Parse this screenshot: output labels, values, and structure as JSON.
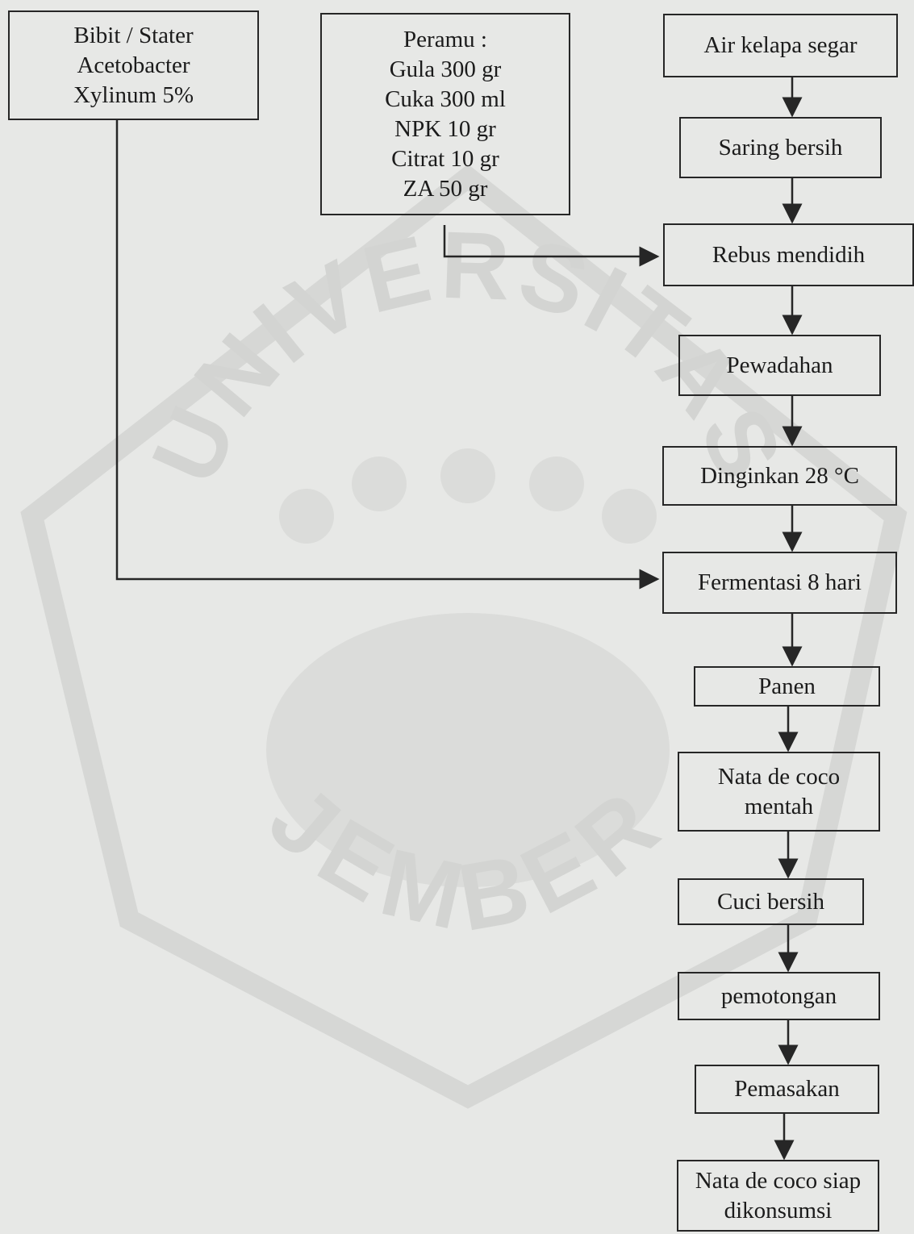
{
  "diagram": {
    "inputs": {
      "starter": {
        "lines": [
          "Bibit / Stater",
          "Acetobacter",
          "Xylinum 5%"
        ]
      },
      "ingredients": {
        "lines": [
          "Peramu :",
          "Gula 300 gr",
          "Cuka 300 ml",
          "NPK 10 gr",
          "Citrat 10 gr",
          "ZA 50 gr"
        ]
      }
    },
    "steps": [
      {
        "id": "air-kelapa-segar",
        "lines": [
          "Air kelapa segar"
        ]
      },
      {
        "id": "saring-bersih",
        "lines": [
          "Saring bersih"
        ]
      },
      {
        "id": "rebus-mendidih",
        "lines": [
          "Rebus mendidih"
        ]
      },
      {
        "id": "pewadahan",
        "lines": [
          "Pewadahan"
        ]
      },
      {
        "id": "dinginkan",
        "lines": [
          "Dinginkan 28 °C"
        ]
      },
      {
        "id": "fermentasi",
        "lines": [
          "Fermentasi 8 hari"
        ]
      },
      {
        "id": "panen",
        "lines": [
          "Panen"
        ]
      },
      {
        "id": "nata-mentah",
        "lines": [
          "Nata de coco",
          "mentah"
        ]
      },
      {
        "id": "cuci-bersih",
        "lines": [
          "Cuci bersih"
        ]
      },
      {
        "id": "pemotongan",
        "lines": [
          "pemotongan"
        ]
      },
      {
        "id": "pemasakan",
        "lines": [
          "Pemasakan"
        ]
      },
      {
        "id": "nata-siap",
        "lines": [
          "Nata de coco siap",
          "dikonsumsi"
        ]
      }
    ],
    "watermark": {
      "top_text": "UNIVERSITAS",
      "bottom_text": "JEMBER"
    }
  }
}
